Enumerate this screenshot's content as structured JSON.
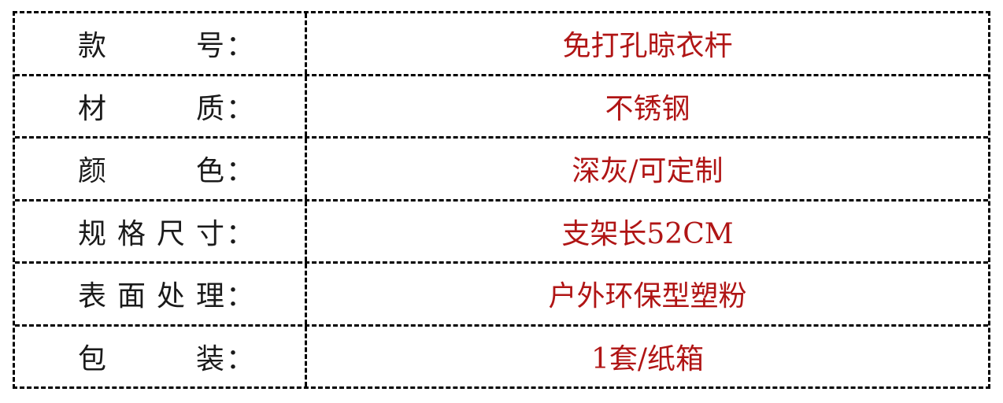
{
  "colors": {
    "label_text": "#1a1a1a",
    "value_text": "#b01515",
    "border": "#000000"
  },
  "rows": [
    {
      "label": "款号",
      "colon": "：",
      "value": "免打孔晾衣杆"
    },
    {
      "label": "材质",
      "colon": "：",
      "value": "不锈钢"
    },
    {
      "label": "颜色",
      "colon": "：",
      "value": "深灰/可定制"
    },
    {
      "label": "规格尺寸",
      "colon": "：",
      "value": "支架长52CM"
    },
    {
      "label": "表面处理",
      "colon": "：",
      "value": "户外环保型塑粉"
    },
    {
      "label": "包装",
      "colon": "：",
      "value": "1套/纸箱"
    }
  ]
}
